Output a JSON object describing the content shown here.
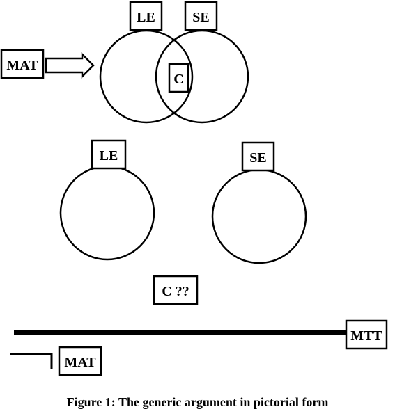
{
  "labels": {
    "le_top": "LE",
    "se_top": "SE",
    "mat_top": "MAT",
    "c_overlap": "C",
    "le_middle": "LE",
    "se_middle": "SE",
    "c_question": "C ??",
    "mtt": "MTT",
    "mat_bottom": "MAT"
  },
  "caption": "Figure 1: The generic argument in pictorial form",
  "colors": {
    "stroke": "#000000",
    "background": "#ffffff"
  }
}
